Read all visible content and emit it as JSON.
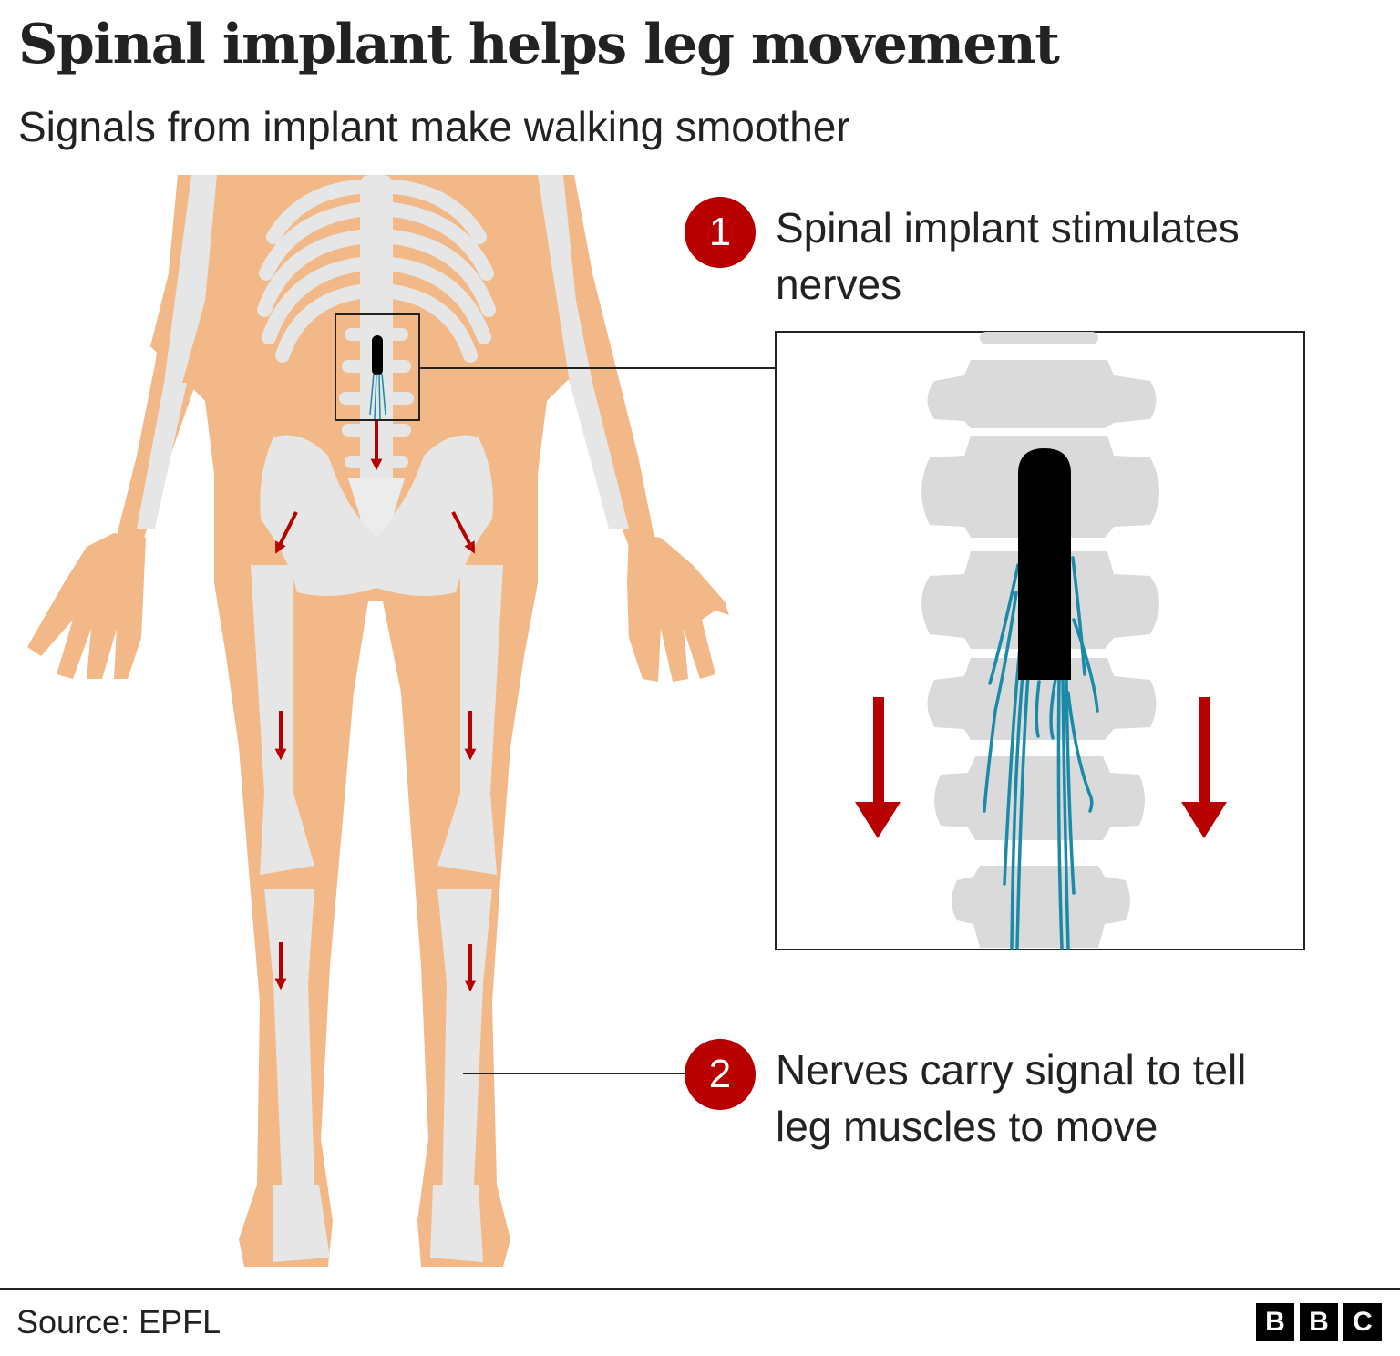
{
  "header": {
    "title": "Spinal implant helps leg movement",
    "subtitle": "Signals from implant make walking smoother"
  },
  "callouts": [
    {
      "number": "1",
      "text": "Spinal implant stimulates nerves"
    },
    {
      "number": "2",
      "text": "Nerves carry signal to tell leg muscles to move"
    }
  ],
  "illustration": {
    "subject": "human-skeleton-front-view",
    "inset": "spinal-implant-closeup",
    "arrows_count_body": 7,
    "arrows_count_inset": 2
  },
  "colors": {
    "skin": "#f2b888",
    "bone": "#e6e6e6",
    "bone_shade": "#d9d9d9",
    "arrow": "#b80000",
    "badge": "#b80000",
    "nerve": "#1a8aa8",
    "implant": "#000000",
    "text": "#222222"
  },
  "footer": {
    "source": "Source: EPFL",
    "logo": [
      "B",
      "B",
      "C"
    ]
  }
}
